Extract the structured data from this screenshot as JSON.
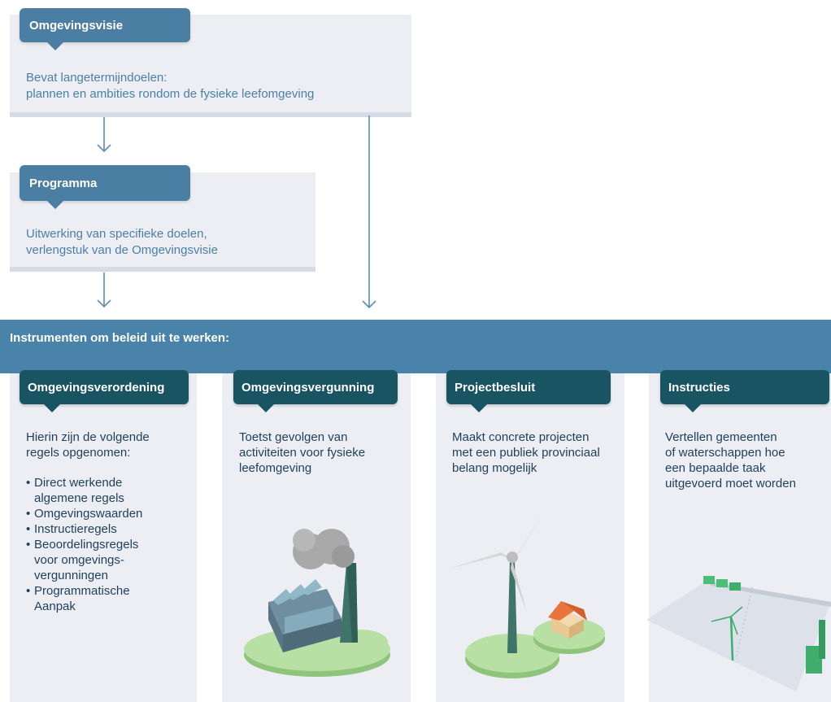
{
  "visie": {
    "tab": "Omgevingsvisie",
    "line1": "Bevat langetermijndoelen:",
    "line2": "plannen en ambities rondom de fysieke leefomgeving"
  },
  "programma": {
    "tab": "Programma",
    "line1": "Uitwerking van specifieke doelen,",
    "line2": "verlengstuk van de Omgevingsvisie"
  },
  "instrumenten": {
    "title": "Instrumenten om beleid uit te werken:",
    "columns": [
      {
        "tab": "Omgevingsverordening",
        "lines": [
          "Hierin zijn de volgende",
          "regels opgenomen:"
        ],
        "bullets": [
          [
            "Direct werkende",
            "algemene regels"
          ],
          [
            "Omgevingswaarden"
          ],
          [
            "Instructieregels"
          ],
          [
            "Beoordelingsregels",
            "voor omgevings-",
            "vergunningen"
          ],
          [
            "Programmatische",
            "Aanpak"
          ]
        ]
      },
      {
        "tab": "Omgevingsvergunning",
        "lines": [
          "Toetst gevolgen van",
          "activiteiten voor fysieke",
          "leefomgeving"
        ]
      },
      {
        "tab": "Projectbesluit",
        "lines": [
          "Maakt concrete projecten",
          "met een publiek provinciaal",
          "belang mogelijk"
        ]
      },
      {
        "tab": "Instructies",
        "lines": [
          "Vertellen gemeenten",
          "of waterschappen hoe",
          "een bepaalde taak",
          "uitgevoerd moet worden"
        ]
      }
    ]
  },
  "colors": {
    "tab_blue": "#4a7ea3",
    "banner": "#4a83a9",
    "dark_tab": "#185462",
    "panel": "#eceef4",
    "text_blue": "#4d7fa6",
    "text_dark": "#1e3f5a"
  }
}
